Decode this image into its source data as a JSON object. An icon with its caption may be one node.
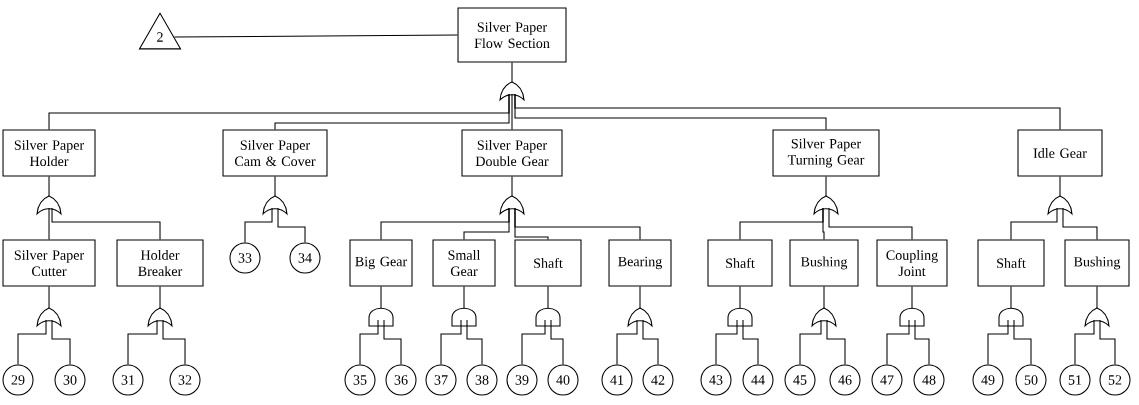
{
  "diagram": {
    "nodes": [
      {
        "text": [
          "2"
        ]
      },
      {
        "text": [
          "Silver Paper Flow Section"
        ]
      },
      {
        "text": [],
        "shape": "or-gate"
      },
      {
        "text": [
          "Silver Paper Holder"
        ]
      },
      {
        "text": [
          "Silver Paper Cam & Cover"
        ]
      },
      {
        "text": [
          "Silver Paper Double Gear"
        ]
      },
      {
        "text": [
          "Silver Paper Turning Gear"
        ]
      },
      {
        "text": [
          "Idle Gear"
        ]
      },
      {
        "text": [],
        "shape": "or-gate"
      },
      {
        "text": [],
        "shape": "or-gate"
      },
      {
        "text": [],
        "shape": "or-gate"
      },
      {
        "text": [],
        "shape": "or-gate"
      },
      {
        "text": [],
        "shape": "or-gate"
      },
      {
        "text": [
          "Silver Paper Cutter"
        ]
      },
      {
        "text": [
          "Holder Breaker"
        ]
      },
      {
        "text": [
          "33"
        ]
      },
      {
        "text": [
          "34"
        ]
      },
      {
        "text": [
          "Big Gear"
        ]
      },
      {
        "text": [
          "Small Gear"
        ]
      },
      {
        "text": [
          "Shaft"
        ]
      },
      {
        "text": [
          "Bearing"
        ]
      },
      {
        "text": [
          "Shaft"
        ]
      },
      {
        "text": [
          "Bushing"
        ]
      },
      {
        "text": [
          "Coupling Joint"
        ]
      },
      {
        "text": [
          "Shaft"
        ]
      },
      {
        "text": [
          "Bushing"
        ]
      },
      {
        "text": [],
        "shape": "or-gate"
      },
      {
        "text": [],
        "shape": "or-gate"
      },
      {
        "text": [],
        "shape": "and-gate"
      },
      {
        "text": [],
        "shape": "and-gate"
      },
      {
        "text": [],
        "shape": "and-gate"
      },
      {
        "text": [],
        "shape": "or-gate"
      },
      {
        "text": [],
        "shape": "and-gate"
      },
      {
        "text": [],
        "shape": "or-gate"
      },
      {
        "text": [],
        "shape": "and-gate"
      },
      {
        "text": [],
        "shape": "and-gate"
      },
      {
        "text": [],
        "shape": "or-gate"
      },
      {
        "text": [
          "29"
        ]
      },
      {
        "text": [
          "30"
        ]
      },
      {
        "text": [
          "31"
        ]
      },
      {
        "text": [
          "32"
        ]
      },
      {
        "text": [
          "35"
        ]
      },
      {
        "text": [
          "36"
        ]
      },
      {
        "text": [
          "37"
        ]
      },
      {
        "text": [
          "38"
        ]
      },
      {
        "text": [
          "39"
        ]
      },
      {
        "text": [
          "40"
        ]
      },
      {
        "text": [
          "41"
        ]
      },
      {
        "text": [
          "42"
        ]
      },
      {
        "text": [
          "43"
        ]
      },
      {
        "text": [
          "44"
        ]
      },
      {
        "text": [
          "45"
        ]
      },
      {
        "text": [
          "46"
        ]
      },
      {
        "text": [
          "47"
        ]
      },
      {
        "text": [
          "48"
        ]
      },
      {
        "text": [
          "49"
        ]
      },
      {
        "text": [
          "50"
        ]
      },
      {
        "text": [
          "51"
        ]
      },
      {
        "text": [
          "52"
        ]
      }
    ],
    "edges": [
      {
        "from": 0,
        "to": 1,
        "arrow": "none"
      },
      {
        "from": 1,
        "to": 2,
        "arrow": "none"
      },
      {
        "from": 2,
        "to": 3,
        "arrow": "none"
      },
      {
        "from": 2,
        "to": 4,
        "arrow": "none"
      },
      {
        "from": 2,
        "to": 5,
        "arrow": "none"
      },
      {
        "from": 2,
        "to": 6,
        "arrow": "none"
      },
      {
        "from": 2,
        "to": 7,
        "arrow": "none"
      },
      {
        "from": 3,
        "to": 8,
        "arrow": "none"
      },
      {
        "from": 4,
        "to": 9,
        "arrow": "none"
      },
      {
        "from": 5,
        "to": 10,
        "arrow": "none"
      },
      {
        "from": 6,
        "to": 11,
        "arrow": "none"
      },
      {
        "from": 7,
        "to": 12,
        "arrow": "none"
      },
      {
        "from": 8,
        "to": 13,
        "arrow": "none"
      },
      {
        "from": 8,
        "to": 14,
        "arrow": "none"
      },
      {
        "from": 9,
        "to": 15,
        "arrow": "none"
      },
      {
        "from": 9,
        "to": 16,
        "arrow": "none"
      },
      {
        "from": 10,
        "to": 17,
        "arrow": "none"
      },
      {
        "from": 10,
        "to": 18,
        "arrow": "none"
      },
      {
        "from": 10,
        "to": 19,
        "arrow": "none"
      },
      {
        "from": 10,
        "to": 20,
        "arrow": "none"
      },
      {
        "from": 11,
        "to": 21,
        "arrow": "none"
      },
      {
        "from": 11,
        "to": 22,
        "arrow": "none"
      },
      {
        "from": 11,
        "to": 23,
        "arrow": "none"
      },
      {
        "from": 12,
        "to": 24,
        "arrow": "none"
      },
      {
        "from": 12,
        "to": 25,
        "arrow": "none"
      },
      {
        "from": 13,
        "to": 26,
        "arrow": "none"
      },
      {
        "from": 14,
        "to": 27,
        "arrow": "none"
      },
      {
        "from": 17,
        "to": 28,
        "arrow": "none"
      },
      {
        "from": 18,
        "to": 29,
        "arrow": "none"
      },
      {
        "from": 19,
        "to": 30,
        "arrow": "none"
      },
      {
        "from": 20,
        "to": 31,
        "arrow": "none"
      },
      {
        "from": 21,
        "to": 32,
        "arrow": "none"
      },
      {
        "from": 22,
        "to": 33,
        "arrow": "none"
      },
      {
        "from": 23,
        "to": 34,
        "arrow": "none"
      },
      {
        "from": 24,
        "to": 35,
        "arrow": "none"
      },
      {
        "from": 25,
        "to": 36,
        "arrow": "none"
      },
      {
        "from": 26,
        "to": 37,
        "arrow": "none"
      },
      {
        "from": 26,
        "to": 38,
        "arrow": "none"
      },
      {
        "from": 27,
        "to": 39,
        "arrow": "none"
      },
      {
        "from": 27,
        "to": 40,
        "arrow": "none"
      },
      {
        "from": 28,
        "to": 41,
        "arrow": "none"
      },
      {
        "from": 28,
        "to": 42,
        "arrow": "none"
      },
      {
        "from": 29,
        "to": 43,
        "arrow": "none"
      },
      {
        "from": 29,
        "to": 44,
        "arrow": "none"
      },
      {
        "from": 30,
        "to": 45,
        "arrow": "none"
      },
      {
        "from": 30,
        "to": 46,
        "arrow": "none"
      },
      {
        "from": 31,
        "to": 47,
        "arrow": "none"
      },
      {
        "from": 31,
        "to": 48,
        "arrow": "none"
      },
      {
        "from": 32,
        "to": 49,
        "arrow": "none"
      },
      {
        "from": 32,
        "to": 50,
        "arrow": "none"
      },
      {
        "from": 33,
        "to": 51,
        "arrow": "none"
      },
      {
        "from": 33,
        "to": 52,
        "arrow": "none"
      },
      {
        "from": 34,
        "to": 53,
        "arrow": "none"
      },
      {
        "from": 34,
        "to": 54,
        "arrow": "none"
      },
      {
        "from": 35,
        "to": 55,
        "arrow": "none"
      },
      {
        "from": 35,
        "to": 56,
        "arrow": "none"
      },
      {
        "from": 36,
        "to": 57,
        "arrow": "none"
      },
      {
        "from": 36,
        "to": 58,
        "arrow": "none"
      }
    ]
  }
}
